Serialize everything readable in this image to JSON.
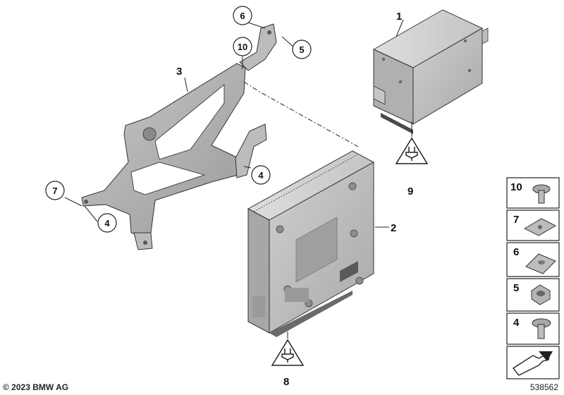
{
  "parts": {
    "p1": "1",
    "p2": "2",
    "p3": "3",
    "p4": "4",
    "p5": "5",
    "p6": "6",
    "p7": "7",
    "p8": "8",
    "p9": "9",
    "p10": "10"
  },
  "legend": [
    "10",
    "7",
    "6",
    "5",
    "4"
  ],
  "copyright": "© 2023 BMW AG",
  "diagram_id": "538562",
  "colors": {
    "part_fill": "#b9b9b9",
    "part_dark": "#8e8e8e",
    "part_light": "#d8d8d8",
    "outline": "#222222"
  }
}
